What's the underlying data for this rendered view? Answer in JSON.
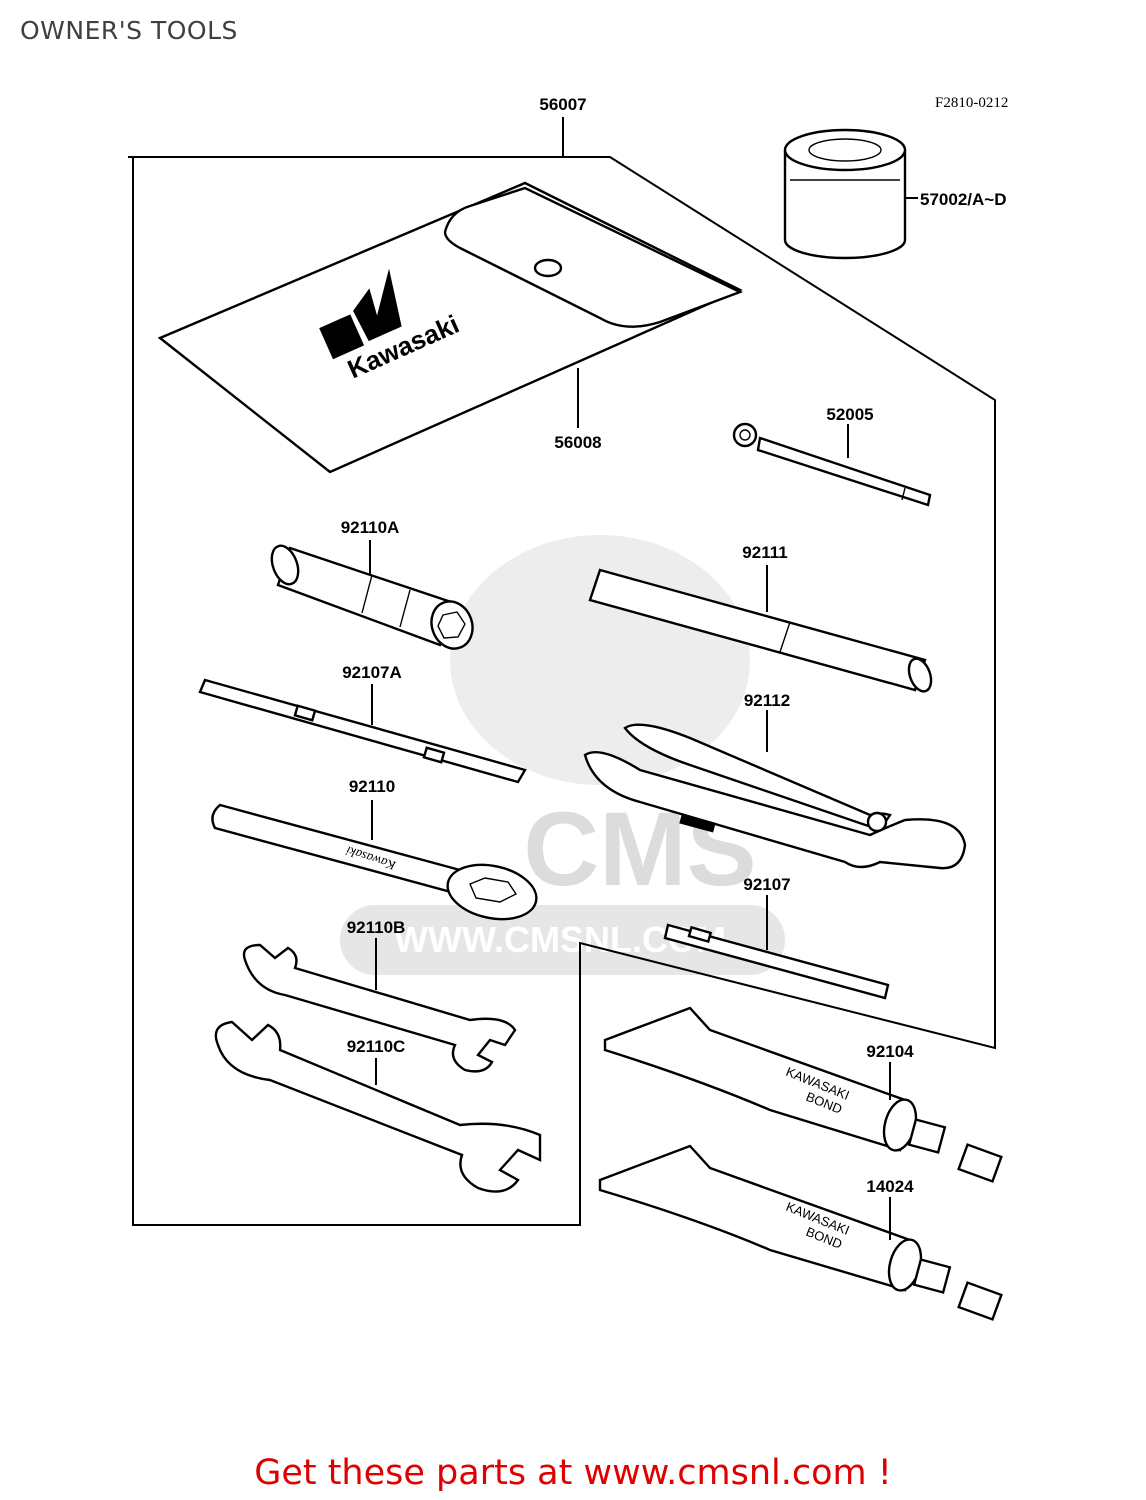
{
  "page": {
    "title": "OWNER'S TOOLS",
    "footer": "Get these parts at www.cmsnl.com !"
  },
  "diagram": {
    "code": "F2810-0212",
    "parts": [
      {
        "id": "56007"
      },
      {
        "id": "57002/A~D"
      },
      {
        "id": "56008"
      },
      {
        "id": "52005"
      },
      {
        "id": "92110A"
      },
      {
        "id": "92111"
      },
      {
        "id": "92107A"
      },
      {
        "id": "92112"
      },
      {
        "id": "92110"
      },
      {
        "id": "92107"
      },
      {
        "id": "92110B"
      },
      {
        "id": "92110C"
      },
      {
        "id": "92104"
      },
      {
        "id": "14024"
      }
    ],
    "bag_brand": "Kawasaki",
    "tube_text": [
      "KAWASAKI",
      "BOND"
    ],
    "watermark": {
      "text": "CMS",
      "url": "WWW.CMSNL.COM",
      "color": "#dcdcdc"
    }
  },
  "colors": {
    "footer": "#e00000",
    "title": "#3f3f3f"
  }
}
